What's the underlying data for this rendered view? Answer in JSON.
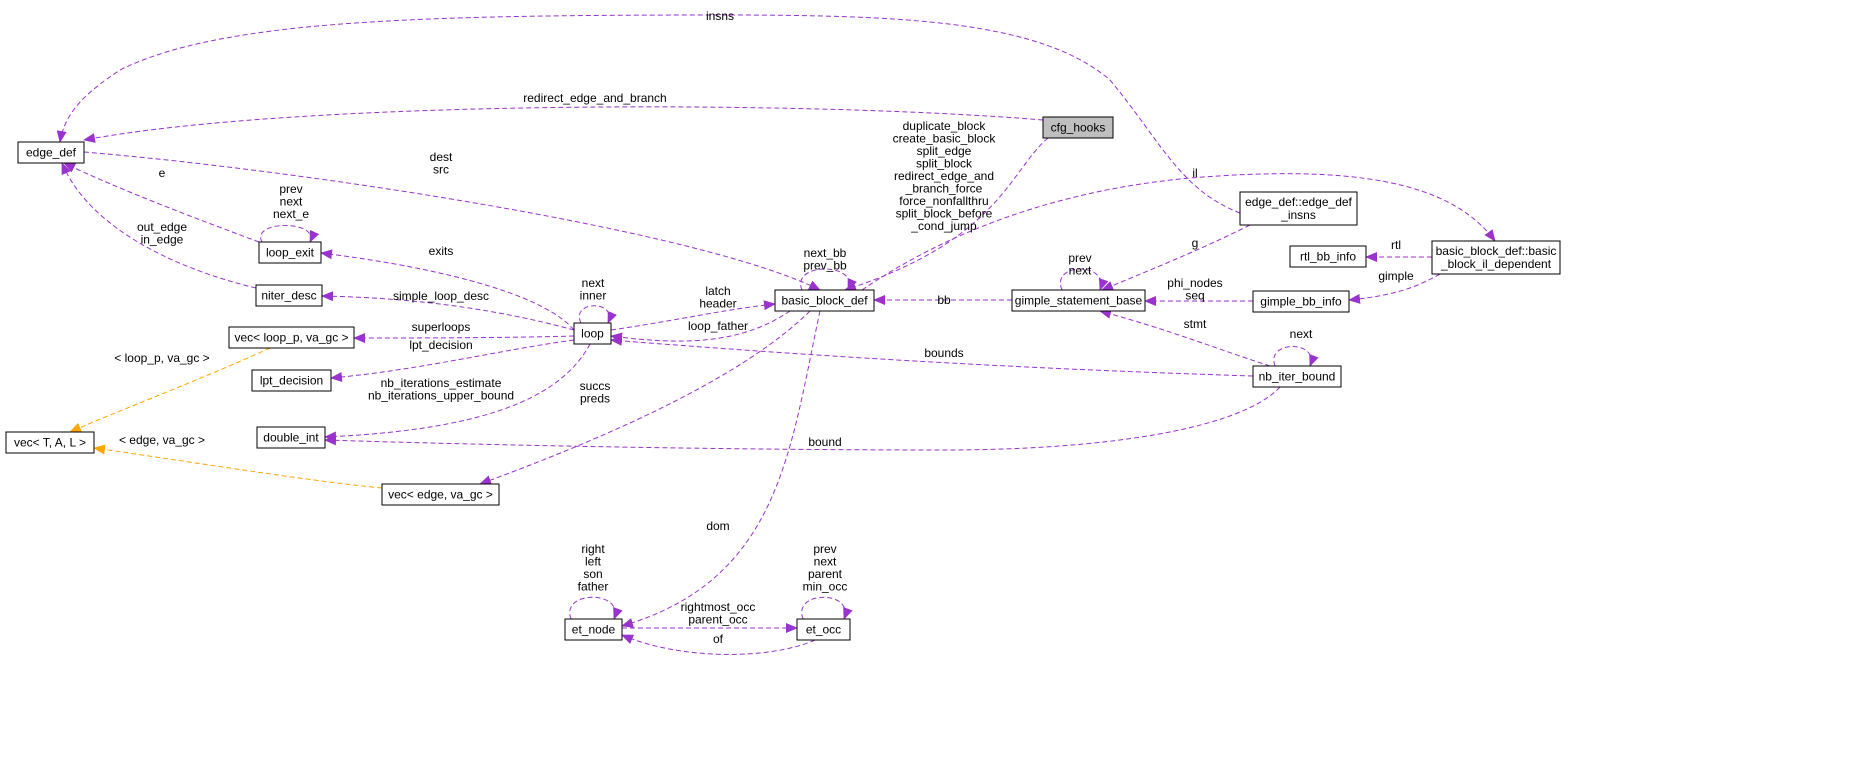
{
  "colors": {
    "usage": "#9a32cd",
    "template": "#ffa500",
    "focus_fill": "#bfbfbf"
  },
  "nodes": [
    {
      "id": "cfg_hooks",
      "label": "cfg_hooks",
      "focus": true
    },
    {
      "id": "edge_def",
      "label": "edge_def"
    },
    {
      "id": "loop_exit",
      "label": "loop_exit"
    },
    {
      "id": "niter_desc",
      "label": "niter_desc"
    },
    {
      "id": "vec_loop_p",
      "label": "vec< loop_p, va_gc >"
    },
    {
      "id": "lpt_decision",
      "label": "lpt_decision"
    },
    {
      "id": "vec_T_A_L",
      "label": "vec< T, A, L >"
    },
    {
      "id": "double_int",
      "label": "double_int"
    },
    {
      "id": "vec_edge",
      "label": "vec< edge, va_gc >"
    },
    {
      "id": "loop",
      "label": "loop"
    },
    {
      "id": "basic_block_def",
      "label": "basic_block_def"
    },
    {
      "id": "et_node",
      "label": "et_node"
    },
    {
      "id": "et_occ",
      "label": "et_occ"
    },
    {
      "id": "edge_def_insns",
      "label": "edge_def::edge_def\n_insns"
    },
    {
      "id": "gimple_statement_base",
      "label": "gimple_statement_base"
    },
    {
      "id": "rtl_bb_info",
      "label": "rtl_bb_info"
    },
    {
      "id": "gimple_bb_info",
      "label": "gimple_bb_info"
    },
    {
      "id": "bb_il_dependent",
      "label": "basic_block_def::basic\n_block_il_dependent"
    },
    {
      "id": "nb_iter_bound",
      "label": "nb_iter_bound"
    }
  ],
  "edges": [
    {
      "id": "e_insns",
      "kind": "usage",
      "label": "insns"
    },
    {
      "id": "e_redirect",
      "kind": "usage",
      "label": "redirect_edge_and_branch"
    },
    {
      "id": "e_dest_src",
      "kind": "usage",
      "label": "dest\nsrc"
    },
    {
      "id": "e_loopexit_edge",
      "kind": "usage",
      "label": "e"
    },
    {
      "id": "e_loopexit_self",
      "kind": "usage",
      "label": "prev\nnext\nnext_e"
    },
    {
      "id": "e_niter_edge",
      "kind": "usage",
      "label": "out_edge\nin_edge"
    },
    {
      "id": "e_exits",
      "kind": "usage",
      "label": "exits"
    },
    {
      "id": "e_simple_loop_desc",
      "kind": "usage",
      "label": "simple_loop_desc"
    },
    {
      "id": "e_superloops",
      "kind": "usage",
      "label": "superloops"
    },
    {
      "id": "e_lpt_decision",
      "kind": "usage",
      "label": "lpt_decision"
    },
    {
      "id": "e_nb_iter",
      "kind": "usage",
      "label": "nb_iterations_estimate\nnb_iterations_upper_bound"
    },
    {
      "id": "e_loop_self",
      "kind": "usage",
      "label": "next\ninner"
    },
    {
      "id": "e_latch_header",
      "kind": "usage",
      "label": "latch\nheader"
    },
    {
      "id": "e_loop_father",
      "kind": "usage",
      "label": "loop_father"
    },
    {
      "id": "e_cfg_bb",
      "kind": "usage",
      "label": "duplicate_block\ncreate_basic_block\nsplit_edge\nsplit_block\nredirect_edge_and\n_branch_force\nforce_nonfallthru\nsplit_block_before\n_cond_jump"
    },
    {
      "id": "e_bb_self",
      "kind": "usage",
      "label": "next_bb\nprev_bb"
    },
    {
      "id": "e_succs_preds",
      "kind": "usage",
      "label": "succs\npreds"
    },
    {
      "id": "e_dom",
      "kind": "usage",
      "label": "dom"
    },
    {
      "id": "e_bb_gimple",
      "kind": "usage",
      "label": "bb"
    },
    {
      "id": "e_il",
      "kind": "usage",
      "label": "il"
    },
    {
      "id": "e_g",
      "kind": "usage",
      "label": "g"
    },
    {
      "id": "e_gimple_self",
      "kind": "usage",
      "label": "prev\nnext"
    },
    {
      "id": "e_phi_seq",
      "kind": "usage",
      "label": "phi_nodes\nseq"
    },
    {
      "id": "e_rtl",
      "kind": "usage",
      "label": "rtl"
    },
    {
      "id": "e_gimple",
      "kind": "usage",
      "label": "gimple"
    },
    {
      "id": "e_stmt",
      "kind": "usage",
      "label": "stmt"
    },
    {
      "id": "e_bounds",
      "kind": "usage",
      "label": "bounds"
    },
    {
      "id": "e_nbiter_self",
      "kind": "usage",
      "label": "next"
    },
    {
      "id": "e_bound",
      "kind": "usage",
      "label": "bound"
    },
    {
      "id": "e_et_node_self",
      "kind": "usage",
      "label": "right\nleft\nson\nfather"
    },
    {
      "id": "e_et_occ_self",
      "kind": "usage",
      "label": "prev\nnext\nparent\nmin_occ"
    },
    {
      "id": "e_rightmost_parent",
      "kind": "usage",
      "label": "rightmost_occ\nparent_occ"
    },
    {
      "id": "e_of",
      "kind": "usage",
      "label": "of"
    },
    {
      "id": "e_tmpl_loop_p",
      "kind": "template",
      "label": "< loop_p, va_gc >"
    },
    {
      "id": "e_tmpl_edge",
      "kind": "template",
      "label": "< edge, va_gc >"
    }
  ]
}
